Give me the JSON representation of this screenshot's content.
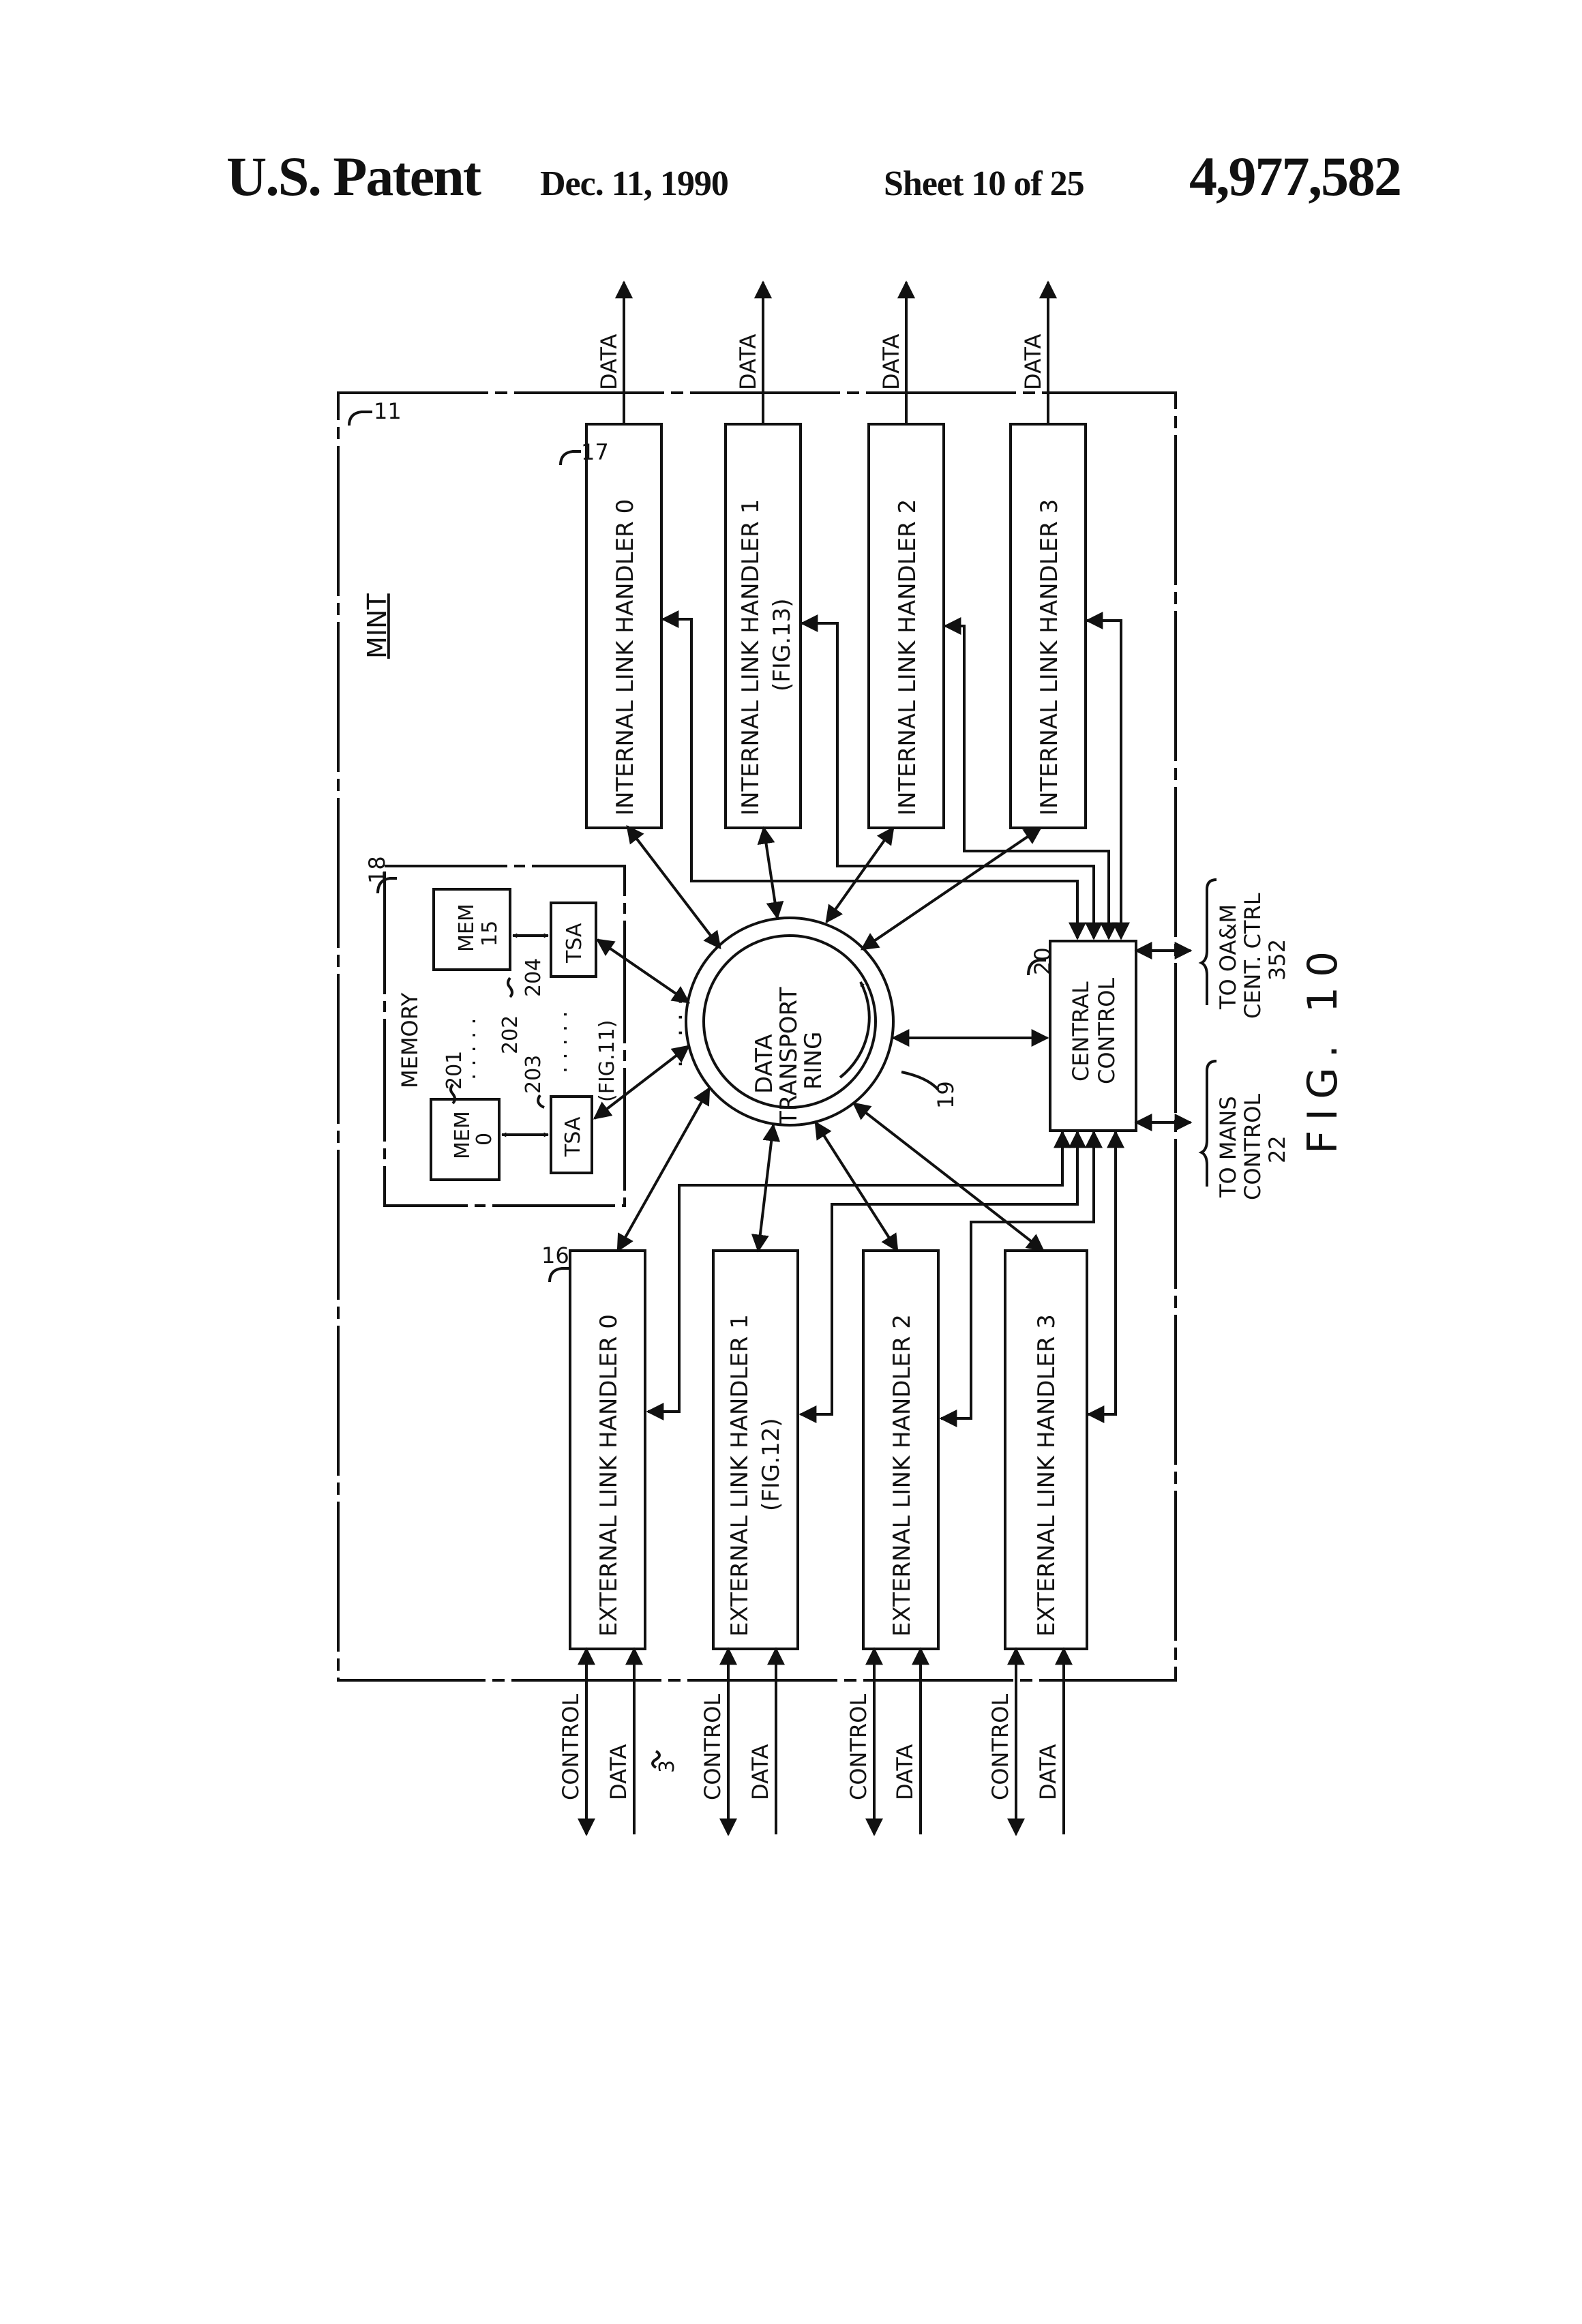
{
  "header": {
    "patent_label": "U.S. Patent",
    "date": "Dec. 11, 1990",
    "sheet": "Sheet 10 of 25",
    "patent_number": "4,977,582"
  },
  "diagram": {
    "figure_label": "FIG. 10",
    "mint": {
      "label": "MINT",
      "ref": "11"
    },
    "internal_handlers": {
      "ref": "17",
      "output_label": "DATA",
      "items": [
        {
          "label": "INTERNAL LINK HANDLER 0",
          "sub": ""
        },
        {
          "label": "INTERNAL LINK HANDLER 1",
          "sub": "(FIG.13)"
        },
        {
          "label": "INTERNAL LINK HANDLER 2",
          "sub": ""
        },
        {
          "label": "INTERNAL LINK HANDLER 3",
          "sub": ""
        }
      ]
    },
    "external_handlers": {
      "ref": "16",
      "control_label": "CONTROL",
      "data_label": "DATA",
      "data_ref": "3",
      "items": [
        {
          "label": "EXTERNAL LINK HANDLER 0",
          "sub": ""
        },
        {
          "label": "EXTERNAL LINK HANDLER 1",
          "sub": "(FIG.12)"
        },
        {
          "label": "EXTERNAL LINK HANDLER 2",
          "sub": ""
        },
        {
          "label": "EXTERNAL LINK HANDLER 3",
          "sub": ""
        }
      ]
    },
    "memory": {
      "label": "MEMORY",
      "ref": "18",
      "mem0": "MEM 0",
      "mem15": "MEM 15",
      "tsa_left": "TSA",
      "tsa_right": "TSA",
      "fig_ref": "(FIG.11)",
      "ref_201": "201",
      "ref_202": "202",
      "ref_203": "203",
      "ref_204": "204",
      "dots": "· · · · ·"
    },
    "ring": {
      "line1": "DATA",
      "line2": "TRANSPORT",
      "line3": "RING",
      "ref": "19"
    },
    "central_control": {
      "line1": "CENTRAL",
      "line2": "CONTROL",
      "ref": "20"
    },
    "to_mans": {
      "line1": "TO MANS",
      "line2": "CONTROL",
      "line3": "22"
    },
    "to_oam": {
      "line1": "TO OA&M",
      "line2": "CENT. CTRL",
      "line3": "352"
    }
  }
}
